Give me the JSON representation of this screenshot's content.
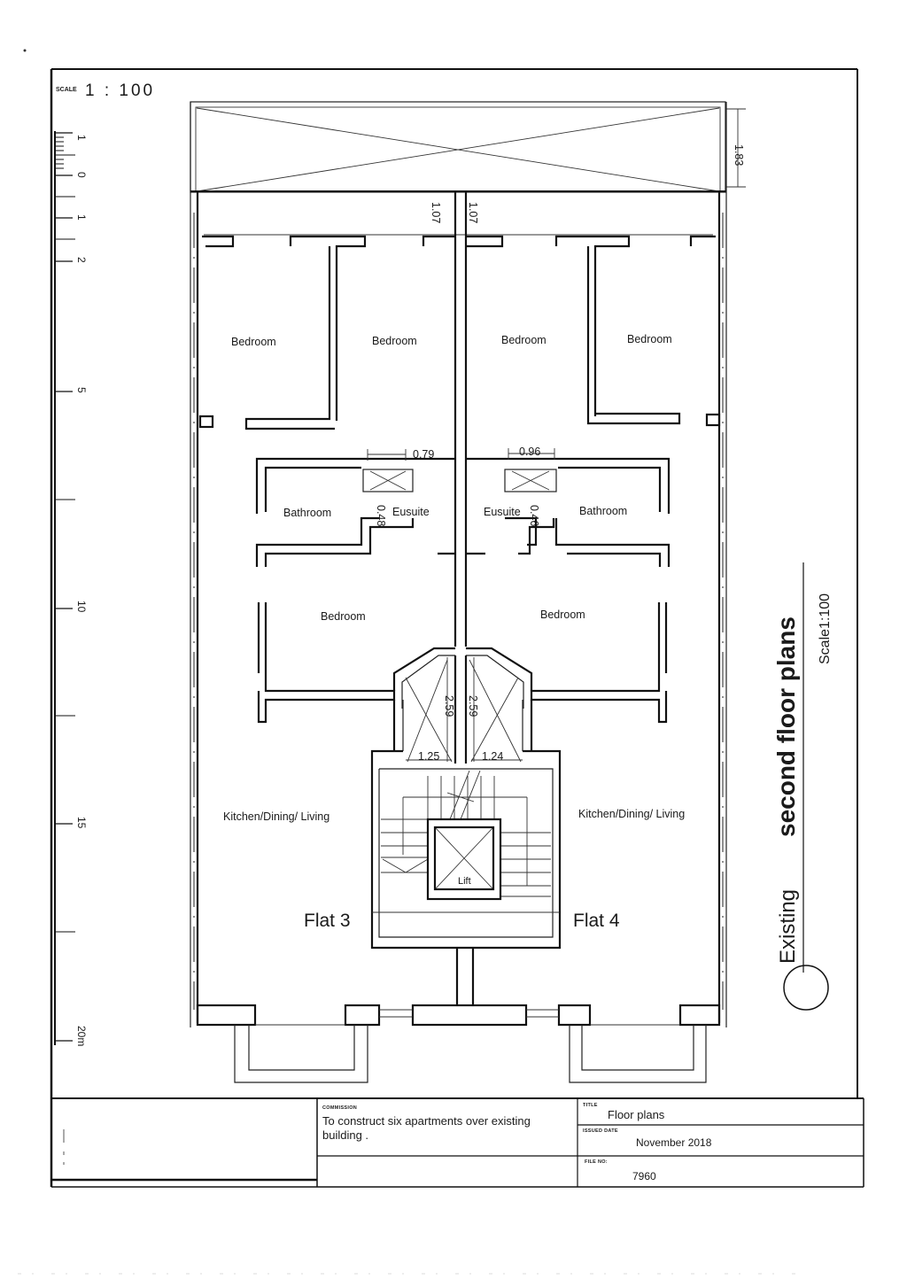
{
  "scale_header": {
    "label": "SCALE",
    "value": "1 : 100"
  },
  "scale_bar": {
    "ticks": [
      "1",
      "0",
      "1",
      "2",
      "5",
      "10",
      "15",
      "20m"
    ]
  },
  "plan": {
    "rooms": {
      "bedroom_1": "Bedroom",
      "bedroom_2": "Bedroom",
      "bedroom_3": "Bedroom",
      "bedroom_4": "Bedroom",
      "bathroom_left": "Bathroom",
      "ensuite_left": "Eusuite",
      "ensuite_right": "Eusuite",
      "bathroom_right": "Bathroom",
      "bedroom_5": "Bedroom",
      "bedroom_6": "Bedroom",
      "kitchen_left": "Kitchen/Dining/ Living",
      "kitchen_right": "Kitchen/Dining/ Living",
      "lift": "Lift"
    },
    "flats": {
      "left": "Flat 3",
      "right": "Flat 4"
    },
    "dimensions": {
      "top_right": "1.83",
      "shaft_left": "1.07",
      "shaft_right": "1.07",
      "ensuite_w_left": "0.79",
      "ensuite_w_right": "0.96",
      "ensuite_h_left": "0.48",
      "ensuite_h_right": "0.46",
      "stair_h_left": "2.59",
      "stair_h_right": "2.59",
      "stair_w_left": "1.25",
      "stair_w_right": "1.24"
    }
  },
  "drawing_title": {
    "prefix": "Existing",
    "title": "second floor plans",
    "scale": "Scale1:100"
  },
  "title_block": {
    "commission_label": "COMMISSION",
    "commission_text_line1": "To construct six apartments over existing",
    "commission_text_line2": "building .",
    "title_label": "TITLE",
    "title_value": "Floor plans",
    "issued_label": "ISSUED DATE",
    "issued_value": "November 2018",
    "file_label": "FILE NO:",
    "file_value": "7960"
  }
}
